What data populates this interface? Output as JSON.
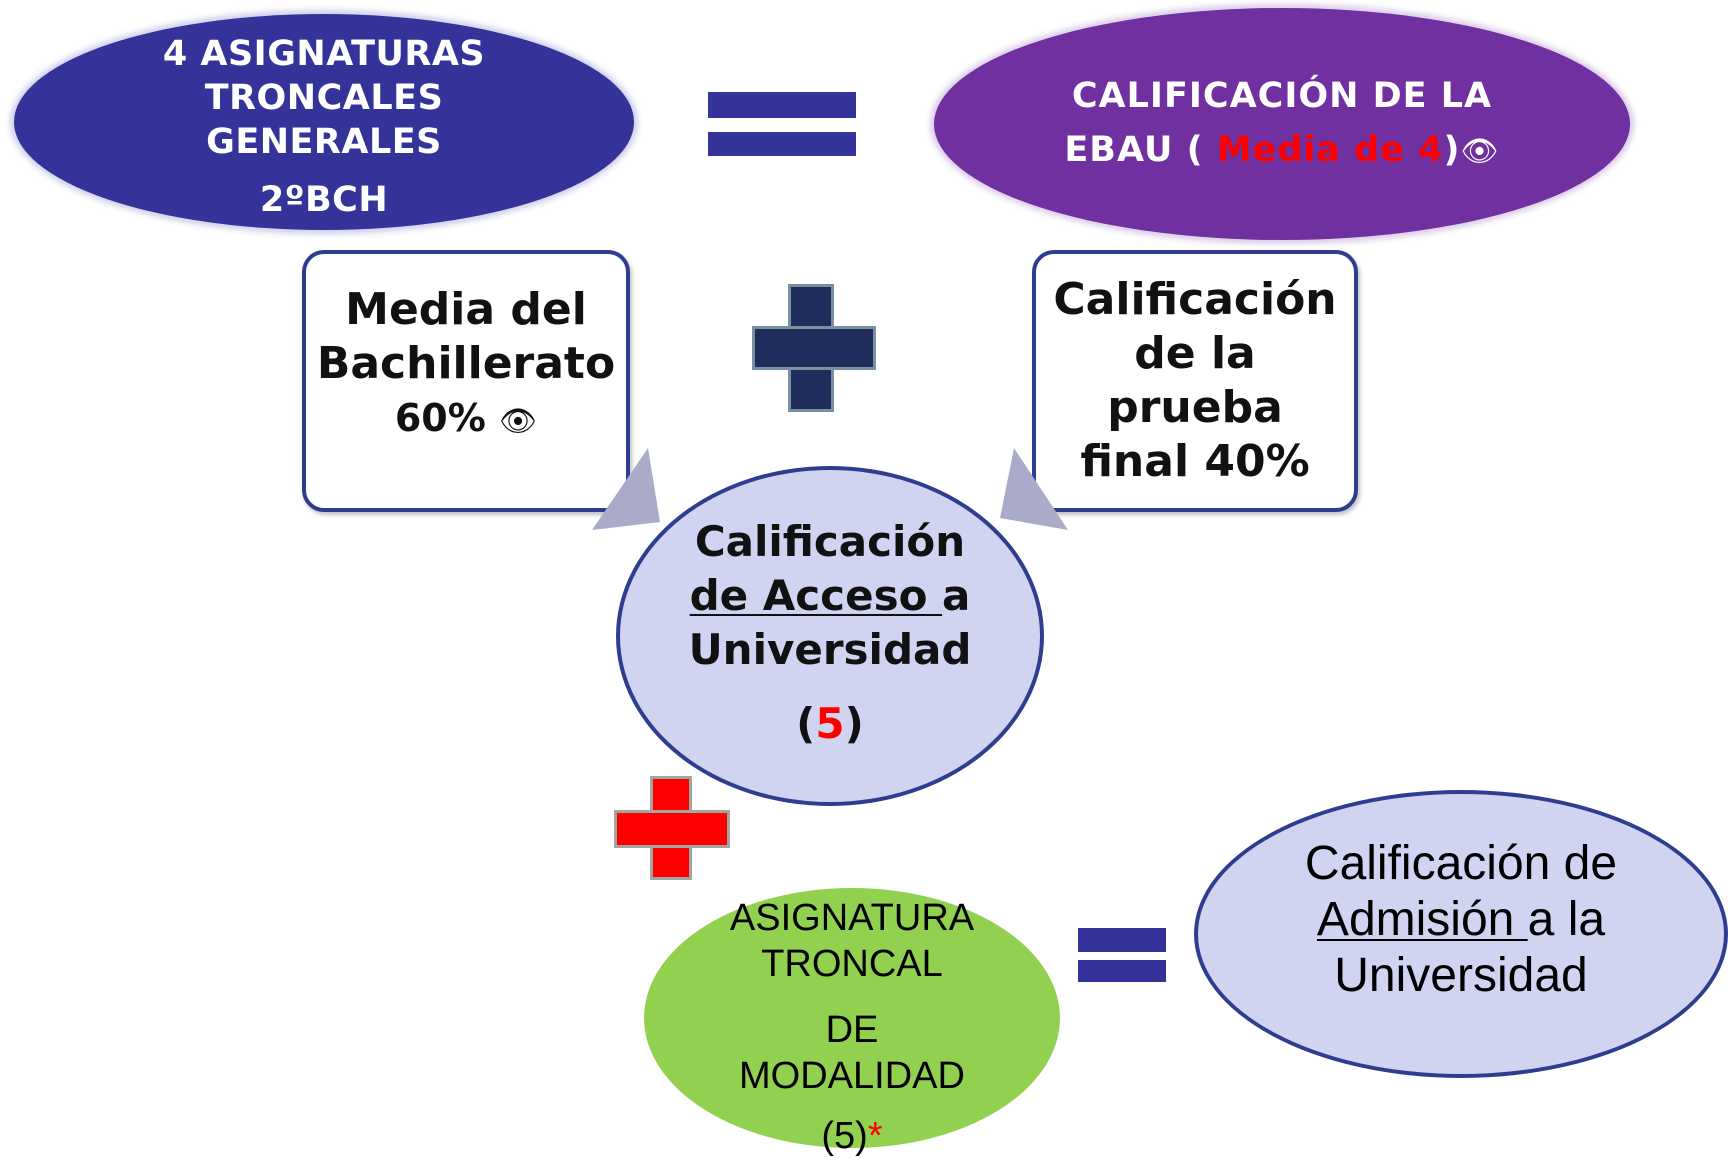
{
  "top_left": {
    "lines": [
      "4 ASIGNATURAS",
      "TRONCALES",
      "GENERALES"
    ],
    "sub": "2ºBCH"
  },
  "top_right": {
    "line1": "CALIFICACIÓN  DE LA",
    "line2_pre": "EBAU ( ",
    "line2_red": "Media  de 4",
    "line2_post": ")",
    "eye": "👁"
  },
  "box_bachillerato": {
    "line1": "Media del",
    "line2": "Bachillerato",
    "line3": "60% ",
    "eye": "👁"
  },
  "box_prueba": {
    "lines": [
      "Calificación",
      "de la",
      "prueba",
      "final 40%"
    ]
  },
  "acceso": {
    "line1": "Calificación",
    "line2_ul": "de Acceso ",
    "line2_rest": "a",
    "line3": "Universidad",
    "num_open": "(",
    "num": "5",
    "num_close": ")"
  },
  "modalidad": {
    "lines": [
      "ASIGNATURA",
      "TRONCAL"
    ],
    "lines2": [
      "DE",
      "MODALIDAD"
    ],
    "last": "(5)",
    "star": "*"
  },
  "admision": {
    "line1": "Calificación de",
    "line2_ul": "Admisión ",
    "line2_rest": "a la",
    "line3": "Universidad"
  },
  "colors": {
    "navy_ellipse": "#333399",
    "purple_ellipse": "#7030A0",
    "light_ellipse": "#D0D4F0",
    "green_ellipse": "#92D050",
    "accent_red": "#FF0000"
  }
}
